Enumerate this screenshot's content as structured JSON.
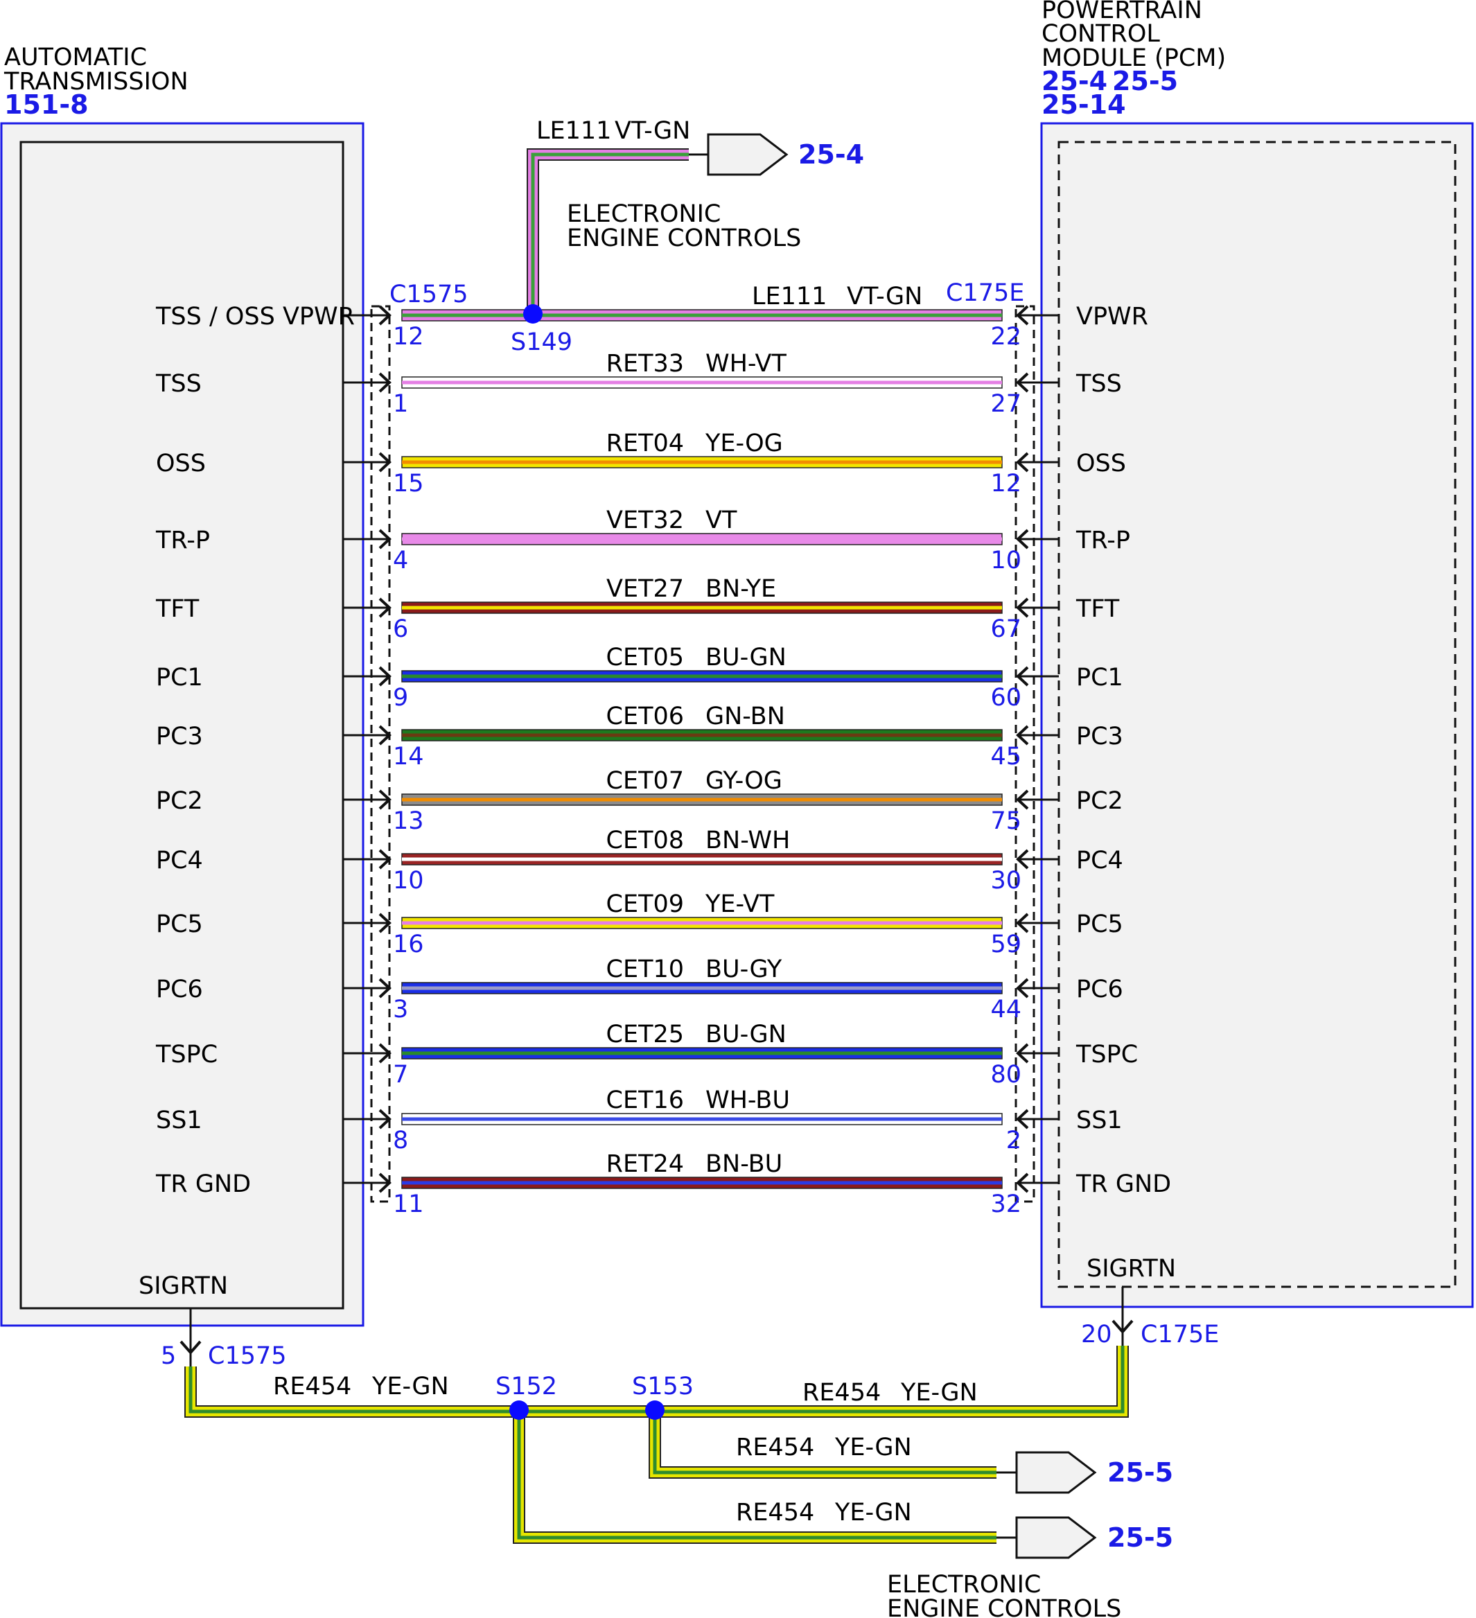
{
  "left_module": {
    "title_line1": "AUTOMATIC",
    "title_line2": "TRANSMISSION",
    "ref": "151-8",
    "sigrtn_label": "SIGRTN",
    "sigrtn_pin": "5",
    "sigrtn_connector": "C1575"
  },
  "right_module": {
    "title_line1": "POWERTRAIN",
    "title_line2": "CONTROL",
    "title_line3": "MODULE (PCM)",
    "ref1": "25-4",
    "ref2": "25-5",
    "ref3": "25-14",
    "sigrtn_label": "SIGRTN",
    "sigrtn_pin": "20",
    "sigrtn_connector": "C175E"
  },
  "connectors": {
    "left": "C1575",
    "right": "C175E"
  },
  "top_branch": {
    "wire": "LE111",
    "color": "VT-GN",
    "ref": "25-4",
    "splice": "S149",
    "caption_line1": "ELECTRONIC",
    "caption_line2": "ENGINE CONTROLS"
  },
  "wires": [
    {
      "left_label": "TSS / OSS VPWR",
      "left_pin": "12",
      "circuit": "LE111",
      "color": "VT-GN",
      "right_pin": "22",
      "right_label": "VPWR",
      "hex": [
        "#e57fe5",
        "#3aa03a"
      ]
    },
    {
      "left_label": "TSS",
      "left_pin": "1",
      "circuit": "RET33",
      "color": "WH-VT",
      "right_pin": "27",
      "right_label": "TSS",
      "hex": [
        "#ffffff",
        "#e57fe5"
      ]
    },
    {
      "left_label": "OSS",
      "left_pin": "15",
      "circuit": "RET04",
      "color": "YE-OG",
      "right_pin": "12",
      "right_label": "OSS",
      "hex": [
        "#f2e600",
        "#f28c00"
      ]
    },
    {
      "left_label": "TR-P",
      "left_pin": "4",
      "circuit": "VET32",
      "color": "VT",
      "right_pin": "10",
      "right_label": "TR-P",
      "hex": [
        "#e88ae8",
        "#e88ae8"
      ]
    },
    {
      "left_label": "TFT",
      "left_pin": "6",
      "circuit": "VET27",
      "color": "BN-YE",
      "right_pin": "67",
      "right_label": "TFT",
      "hex": [
        "#8b1a1a",
        "#f2e600"
      ]
    },
    {
      "left_label": "PC1",
      "left_pin": "9",
      "circuit": "CET05",
      "color": "BU-GN",
      "right_pin": "60",
      "right_label": "PC1",
      "hex": [
        "#1a2ee6",
        "#2a8a2a"
      ]
    },
    {
      "left_label": "PC3",
      "left_pin": "14",
      "circuit": "CET06",
      "color": "GN-BN",
      "right_pin": "45",
      "right_label": "PC3",
      "hex": [
        "#1e7a1e",
        "#6b3a12"
      ]
    },
    {
      "left_label": "PC2",
      "left_pin": "13",
      "circuit": "CET07",
      "color": "GY-OG",
      "right_pin": "75",
      "right_label": "PC2",
      "hex": [
        "#8c8c8c",
        "#f28c00"
      ]
    },
    {
      "left_label": "PC4",
      "left_pin": "10",
      "circuit": "CET08",
      "color": "BN-WH",
      "right_pin": "30",
      "right_label": "PC4",
      "hex": [
        "#9a2424",
        "#ffffff"
      ]
    },
    {
      "left_label": "PC5",
      "left_pin": "16",
      "circuit": "CET09",
      "color": "YE-VT",
      "right_pin": "59",
      "right_label": "PC5",
      "hex": [
        "#f2e600",
        "#e57fe5"
      ]
    },
    {
      "left_label": "PC6",
      "left_pin": "3",
      "circuit": "CET10",
      "color": "BU-GY",
      "right_pin": "44",
      "right_label": "PC6",
      "hex": [
        "#1a2ee6",
        "#9a9ac8"
      ]
    },
    {
      "left_label": "TSPC",
      "left_pin": "7",
      "circuit": "CET25",
      "color": "BU-GN",
      "right_pin": "80",
      "right_label": "TSPC",
      "hex": [
        "#1a2ee6",
        "#2a8a2a"
      ]
    },
    {
      "left_label": "SS1",
      "left_pin": "8",
      "circuit": "CET16",
      "color": "WH-BU",
      "right_pin": "2",
      "right_label": "SS1",
      "hex": [
        "#ffffff",
        "#3a4ae6"
      ]
    },
    {
      "left_label": "TR GND",
      "left_pin": "11",
      "circuit": "RET24",
      "color": "BN-BU",
      "right_pin": "32",
      "right_label": "TR GND",
      "hex": [
        "#8b1a1a",
        "#2a3ae6"
      ]
    }
  ],
  "ground": {
    "main_left_circuit": "RE454",
    "main_left_color": "YE-GN",
    "main_right_circuit": "RE454",
    "main_right_color": "YE-GN",
    "splice1": "S152",
    "splice2": "S153",
    "branch1_circuit": "RE454",
    "branch1_color": "YE-GN",
    "branch1_ref": "25-5",
    "branch2_circuit": "RE454",
    "branch2_color": "YE-GN",
    "branch2_ref": "25-5",
    "caption_line1": "ELECTRONIC",
    "caption_line2": "ENGINE CONTROLS"
  },
  "colors": {
    "label_blue": "#1a1ae6",
    "splice_dot": "#0a0aff",
    "module_fill": "#f2f2f2",
    "yellow_green": [
      "#e6e600",
      "#2e8b2e"
    ],
    "violet_green": [
      "#e57fe5",
      "#3aa03a"
    ]
  }
}
